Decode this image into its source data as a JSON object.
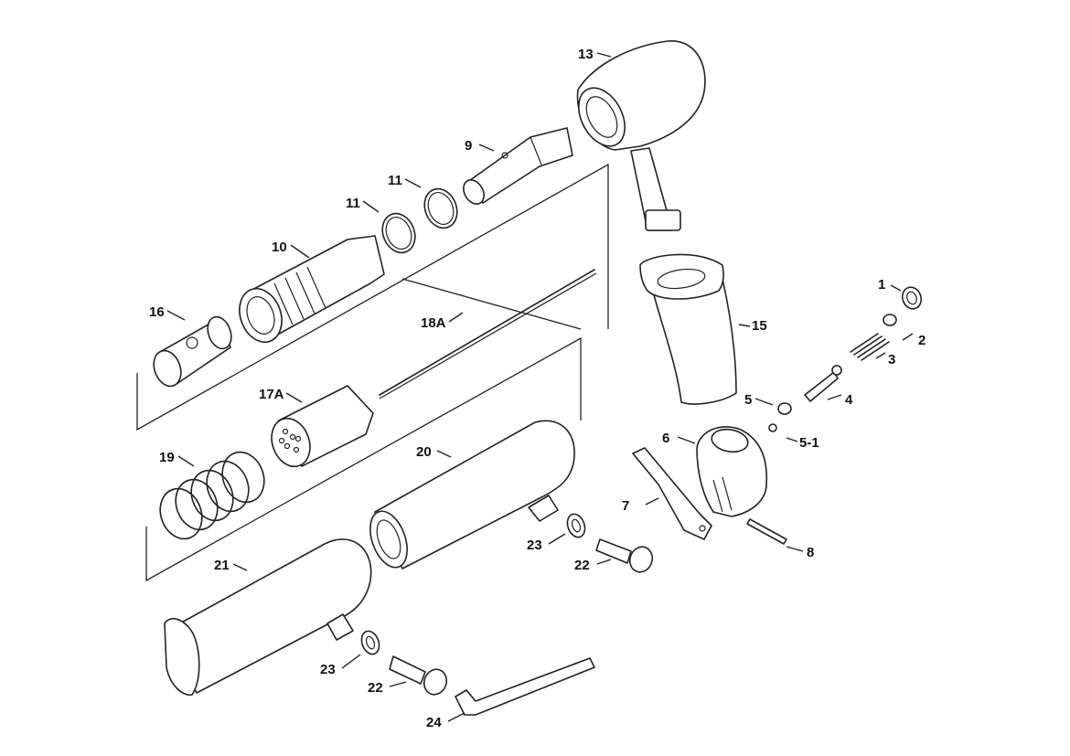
{
  "diagram": {
    "labels": [
      "1",
      "2",
      "3",
      "4",
      "5",
      "5-1",
      "6",
      "7",
      "8",
      "9",
      "10",
      "11",
      "11",
      "13",
      "15",
      "16",
      "17A",
      "18A",
      "19",
      "20",
      "21",
      "22",
      "22",
      "23",
      "23",
      "24"
    ]
  }
}
